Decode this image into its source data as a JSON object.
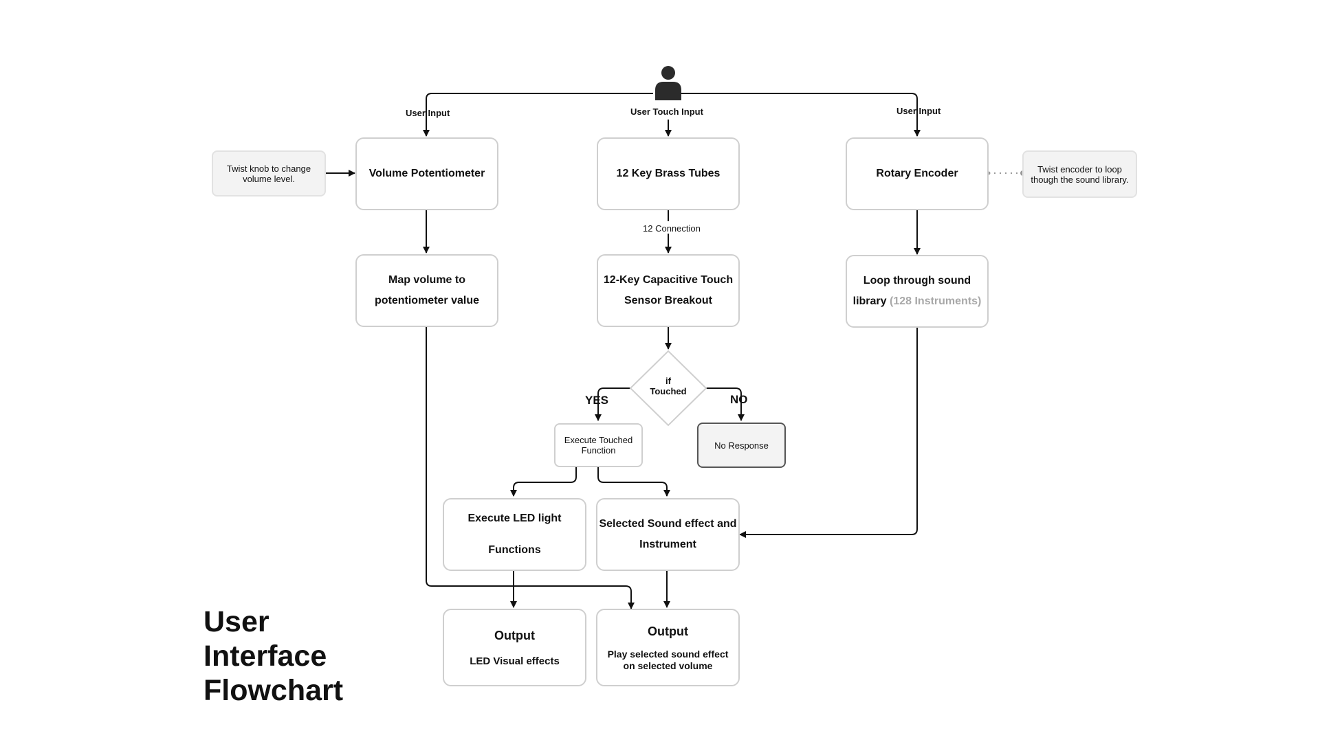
{
  "title": [
    "User",
    "Interface",
    "Flowchart"
  ],
  "edge_labels": {
    "left_input": "User Input",
    "center_input": "User Touch Input",
    "right_input": "User Input",
    "connection": "12 Connection",
    "yes": "YES",
    "no": "NO"
  },
  "notes": {
    "volume": "Twist knob to change volume level.",
    "encoder": "Twist encoder to loop though the sound library."
  },
  "nodes": {
    "volume_pot": "Volume Potentiometer",
    "brass_tubes": "12 Key Brass Tubes",
    "rotary_encoder": "Rotary Encoder",
    "map_volume": [
      "Map volume to",
      "potentiometer value"
    ],
    "cap_touch": [
      "12-Key Capacitive Touch",
      "Sensor Breakout"
    ],
    "loop_library": [
      "Loop through sound",
      "library",
      "(128 Instruments)"
    ],
    "decision": [
      "if",
      "Touched"
    ],
    "execute_touched": "Execute Touched Function",
    "no_response": "No Response",
    "led_functions": [
      "Execute LED light",
      "Functions"
    ],
    "selected_sound": [
      "Selected Sound effect and",
      "Instrument"
    ],
    "output_led": [
      "Output",
      "LED Visual effects"
    ],
    "output_sound": [
      "Output",
      "Play selected sound effect on selected volume"
    ]
  },
  "icons": {
    "user": "user-icon"
  },
  "colors": {
    "line": "#111111",
    "border": "#cfcfcf",
    "note_bg": "#f3f3f3",
    "muted": "#a8a8a8"
  }
}
